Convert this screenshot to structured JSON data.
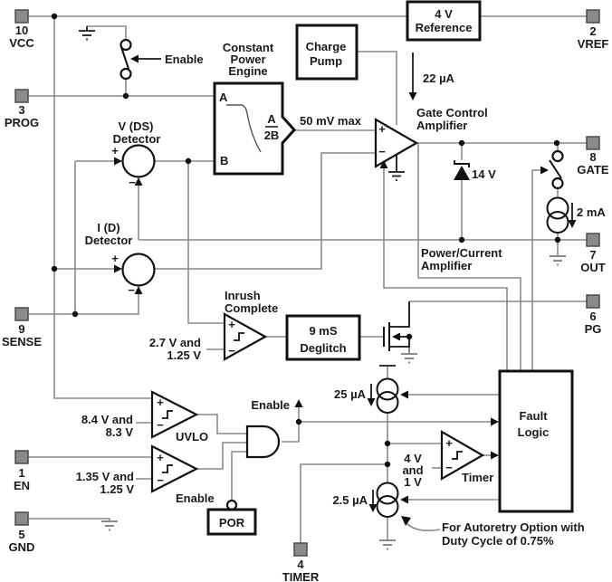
{
  "colors": {
    "wire": "#8a8a8a",
    "ink": "#1a1a1a",
    "pin_fill": "#8a8a8a",
    "background": "#ffffff"
  },
  "pins": {
    "vcc": {
      "number": "10",
      "label": "VCC"
    },
    "prog": {
      "number": "3",
      "label": "PROG"
    },
    "sense": {
      "number": "9",
      "label": "SENSE"
    },
    "en": {
      "number": "1",
      "label": "EN"
    },
    "gnd": {
      "number": "5",
      "label": "GND"
    },
    "vref": {
      "number": "2",
      "label": "VREF"
    },
    "gate": {
      "number": "8",
      "label": "GATE"
    },
    "out": {
      "number": "7",
      "label": "OUT"
    },
    "pg": {
      "number": "6",
      "label": "PG"
    },
    "timer": {
      "number": "4",
      "label": "TIMER"
    }
  },
  "blocks": {
    "reference": {
      "l1": "4 V",
      "l2": "Reference"
    },
    "charge_pump": {
      "l1": "Charge",
      "l2": "Pump"
    },
    "cpe": {
      "t1": "Constant",
      "t2": "Power",
      "t3": "Engine",
      "in_a": "A",
      "in_b": "B",
      "num": "A",
      "den": "2B"
    },
    "deglitch": {
      "l1": "9 mS",
      "l2": "Deglitch"
    },
    "por": {
      "label": "POR"
    },
    "fault": {
      "l1": "Fault",
      "l2": "Logic"
    }
  },
  "detectors": {
    "vds": {
      "l1": "V (DS)",
      "l2": "Detector"
    },
    "id": {
      "l1": "I (D)",
      "l2": "Detector"
    }
  },
  "comparators": {
    "gate_amp": {
      "l1": "Gate Control",
      "l2": "Amplifier"
    },
    "inrush": {
      "l1": "Inrush",
      "l2": "Complete",
      "th1": "2.7 V and",
      "th2": "1.25 V"
    },
    "uvlo": {
      "label": "UVLO",
      "th1": "8.4 V and",
      "th2": "8.3 V"
    },
    "enable": {
      "label": "Enable",
      "th1": "1.35 V and",
      "th2": "1.25 V"
    },
    "timer": {
      "label": "Timer",
      "th1": "4 V",
      "th2": "and",
      "th3": "1 V"
    }
  },
  "labels": {
    "enable_switch": "Enable",
    "mv_max": "50 mV max",
    "i22": "22 µA",
    "zener": "14 V",
    "i2ma": "2 mA",
    "pca1": "Power/Current",
    "pca2": "Amplifier",
    "enable_net": "Enable",
    "i25": "25 µA",
    "i2_5": "2.5 µA",
    "autoretry1": "For Autoretry Option with",
    "autoretry2": "Duty Cycle of 0.75%"
  },
  "signs": {
    "plus": "+",
    "minus": "−"
  }
}
